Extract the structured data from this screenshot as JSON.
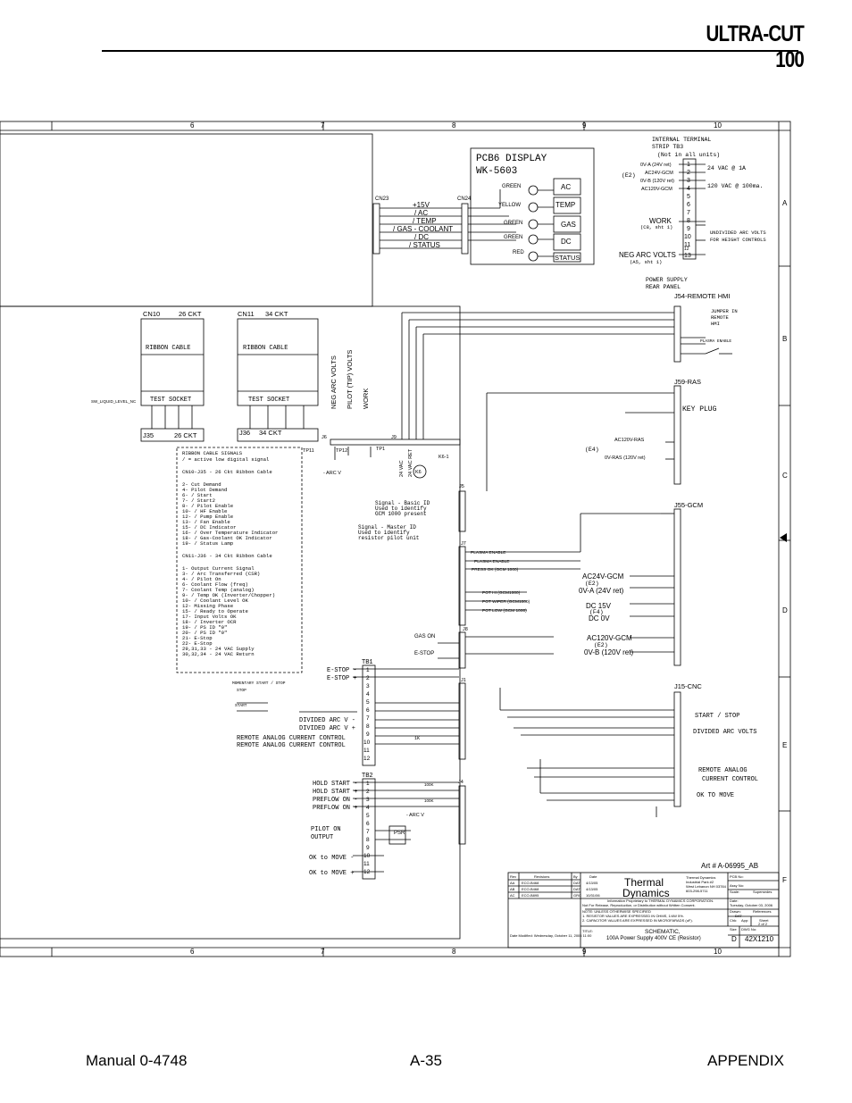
{
  "header": {
    "title": "ULTRA-CUT 100"
  },
  "footer": {
    "left": "Manual 0-4748",
    "center": "A-35",
    "right": "APPENDIX"
  },
  "grid": {
    "columns_top": [
      "6",
      "7",
      "8",
      "9",
      "10"
    ],
    "columns_bottom": [
      "6",
      "7",
      "8",
      "9",
      "10"
    ],
    "rows": [
      "A",
      "B",
      "C",
      "D",
      "E",
      "F"
    ]
  },
  "pcb6": {
    "title_line1": "PCB6  DISPLAY",
    "title_line2": "WK-5603",
    "leds": [
      "GREEN",
      "YELLOW",
      "GREEN",
      "GREEN",
      "RED"
    ],
    "boxes": [
      "AC",
      "TEMP",
      "GAS",
      "DC",
      "STATUS"
    ]
  },
  "cn23_label": "CN23",
  "cn24_label": "CN24",
  "cn23_signals": [
    "+15V",
    "/ AC",
    "/ TEMP",
    "/ GAS - COOLANT",
    "/ DC",
    "/ STATUS"
  ],
  "tb3": {
    "title_line1": "INTERNAL TERMINAL",
    "title_line2": "STRIP   TB3",
    "note": "(Not in all units)",
    "e2": "(E2)",
    "terminals": [
      "1",
      "2",
      "3",
      "4",
      "5",
      "6",
      "7",
      "8",
      "9",
      "10",
      "11",
      "12",
      "13"
    ],
    "labels": [
      "0V-A (24V ret)",
      "AC24V-GCM",
      "0V-B (120V ret)",
      "AC120V-GCM"
    ],
    "vac24": "24 VAC @ 1A",
    "vac120": "120 VAC @ 100ma.",
    "work": "WORK",
    "work_ref": "(C8, sht 1)",
    "undivided_line1": "UNDIVIDED ARC VOLTS",
    "undivided_line2": "FOR HEIGHT CONTROLS",
    "neg_arc": "NEG ARC VOLTS",
    "neg_arc_ref": "(A5, sht 1)"
  },
  "power_supply": {
    "line1": "POWER SUPPLY",
    "line2": "REAR PANEL"
  },
  "j54": {
    "title": "J54-REMOTE HMI",
    "jumper_line1": "JUMPER IN",
    "jumper_line2": "REMOTE",
    "jumper_line3": "HMI",
    "plasma_enable": "PLASMA ENABLE"
  },
  "j59": {
    "title": "J59-RAS",
    "key_plug": "KEY PLUG",
    "e4": "(E4)",
    "ac120": "AC120V-RAS",
    "ov_ras": "0V-RAS (120V ret)"
  },
  "j55": {
    "title": "J55-GCM",
    "ac24": "AC24V-GCM",
    "e2a": "(E2)",
    "ova": "0V-A (24V ret)",
    "dc15": "DC 15V",
    "f4": "(F4)",
    "dc0": "DC 0V",
    "ac120": "AC120V-GCM",
    "e2b": "(E2)",
    "ovb": "0V-B (120V ret)"
  },
  "j15": {
    "title": "J15-CNC",
    "start_stop": "START / STOP",
    "divided": "DIVIDED ARC VOLTS",
    "remote_line1": "REMOTE ANALOG",
    "remote_line2": "CURRENT CONTROL",
    "ok_move": "OK TO MOVE"
  },
  "cn10": {
    "label": "CN10",
    "ckt": "26 CKT",
    "ribbon": "RIBBON  CABLE",
    "test": "TEST SOCKET",
    "j": "J35",
    "jckt": "26 CKT"
  },
  "cn11": {
    "label": "CN11",
    "ckt": "34 CKT",
    "ribbon": "RIBBON  CABLE",
    "test": "TEST SOCKET",
    "j": "J36",
    "jckt": "34 CKT"
  },
  "sw_liquid": "SW_LIQUID_LEVEL_NC",
  "vertical_labels": {
    "neg_arc": "NEG ARC VOLTS",
    "pilot": "PILOT (TIP) VOLTS",
    "work": "WORK",
    "vac24": "24 VAC",
    "vac24ret": "24 VAC RET"
  },
  "tp": {
    "tp11": "TP11",
    "tp12": "TP12",
    "tp1": "TP1",
    "arc_v": "- ARC V",
    "j6": "J6",
    "j9": "J9",
    "k6": "K6",
    "k6_1": "K6-1",
    "j5": "J5",
    "j7": "J7",
    "j8": "J8",
    "j1": "J1",
    "j4": "J4"
  },
  "ribbon_signals": {
    "lines": [
      "RIBBON CABLE SIGNALS",
      "  /  =  active low digital signal",
      "",
      "CN10-J35 - 26 Ckt Ribbon Cable",
      "",
      "2- Cut Demand",
      "4- Pilot Demand",
      "6- / Start",
      "7- / Start2",
      "8- / Pilot Enable",
      "10- / HF Enable",
      "12- / Pump Enable",
      "13- / Fan Enable",
      "15- / DC Indicator",
      "16- / Over Temperature Indicator",
      "18- / Gas-Coolant OK Indicator",
      "19- / Status Lamp",
      "",
      "CN11-J36 - 34 Ckt Ribbon Cable",
      "",
      "1- Output Current Signal",
      "3- / Arc Transferred (CSR)",
      "4- / Pilot On",
      "6- Coolant Flow (freq)",
      "7- Coolant Temp (analog)",
      "9- / Temp OK (Inverter/Chopper)",
      "10- / Coolant Level OK",
      "12- Missing Phase",
      "15- / Ready to Operate",
      "17- Input Volts OK",
      "18- / Inverter OCR",
      "19- / PS ID \"0\"",
      "20- / PS ID \"0\"",
      "21- E-Stop",
      "22- E-Stop",
      "29,31,33 - 24 VAC Supply",
      "30,32,34 - 24 VAC Return"
    ]
  },
  "signal_notes": {
    "basic_line1": "Signal - Basic ID",
    "basic_line2": "Used to identify",
    "basic_line3": "GCM 1000 present",
    "master_line1": "Signal - Master ID",
    "master_line2": "Used to identify",
    "master_line3": "resistor pilot unit"
  },
  "j7_labels": [
    "PLASMA ENABLE",
    "PLASMA ENABLE",
    "PRESS OK (GCM 1000)",
    "POT HI (GCM1000)",
    "POT WIPER (GCM1000)",
    "POT LOW (GCM 1000)"
  ],
  "gas_on": "GAS ON",
  "e_stop": "E-STOP",
  "tb1": {
    "title": "TB1",
    "terminals": [
      "1",
      "2",
      "3",
      "4",
      "5",
      "6",
      "7",
      "8",
      "9",
      "10",
      "11",
      "12"
    ],
    "estop_minus": "E-STOP -",
    "estop_plus": "E-STOP +",
    "momentary": "MOMENTARY  START / STOP",
    "stop": "STOP",
    "start": "START",
    "div_minus": "DIVIDED ARC V -",
    "div_plus": "DIVIDED ARC V +",
    "remote1": "REMOTE ANALOG CURRENT CONTROL",
    "remote2": "REMOTE ANALOG CURRENT CONTROL",
    "res1k": "1K"
  },
  "tb2": {
    "title": "TB2",
    "terminals": [
      "1",
      "2",
      "3",
      "4",
      "5",
      "6",
      "7",
      "8",
      "9",
      "10",
      "11",
      "12"
    ],
    "hold_minus": "HOLD START -",
    "hold_plus": "HOLD START +",
    "preflow_minus": "PREFLOW ON -",
    "preflow_plus": "PREFLOW ON +",
    "pilot_on": "PILOT ON",
    "output": "OUTPUT",
    "ok_minus": "OK to MOVE -",
    "ok_plus": "OK to MOVE +",
    "r100k_1": "100K",
    "r100k_2": "100K",
    "arc_v": "- ARC V",
    "psr": "PSR"
  },
  "art_no": "Art # A-06995_AB",
  "title_block": {
    "rev_h": "Rev",
    "revisions_h": "Revisions",
    "by_h": "By",
    "date_h": "Date",
    "rows": [
      [
        "AA",
        "ECO-B468",
        "DAT",
        "4/13/05"
      ],
      [
        "AB",
        "ECO-B468",
        "DAT",
        "4/13/05"
      ],
      [
        "AC",
        "ECO-B895",
        "GRC",
        "10/31/06"
      ]
    ],
    "logo1": "Thermal",
    "logo2": "Dynamics",
    "addr": [
      "Thermal Dynamics",
      "Industrial Park #2",
      "West Lebanon NH 03784",
      "603-298-5711"
    ],
    "pcb_no": "PCB No:",
    "assy_no": "Assy No:",
    "scale": "Scale:",
    "supersedes": "Supersedes",
    "date_label": "Date:",
    "date_value": "Tuesday, October 03, 2006",
    "drawn": "Drawn:",
    "drawn_by": "DAT",
    "references": "References",
    "chk": "Chk:",
    "app": "App:",
    "sheet": "Sheet",
    "sheet_of": "2  of  2",
    "size": "Size",
    "size_value": "D",
    "dwg_no": "DWG No:",
    "dwg_value": "42X1210",
    "prop_line1": "Information Proprietary to THERMAL DYNAMICS CORPORATION.",
    "prop_line2": "Not For Release, Reproduction, or Distribution without Written Consent.",
    "notes_h": "NOTE: UNLESS OTHERWISE SPECIFIED",
    "note1": "1. RESISTOR VALUES ARE EXPRESSED IN OHMS, 1/4W 5%.",
    "note2": "2. CAPACITOR VALUES ARE EXPRESSED IN MICROFARADS (uF).",
    "title_label": "TITLE:",
    "schematic": "SCHEMATIC,",
    "desc": "100A Power Supply 400V  CE (Resistor)",
    "modified": "Date Modified:  Wednesday, October 11, 2006 11:00"
  }
}
